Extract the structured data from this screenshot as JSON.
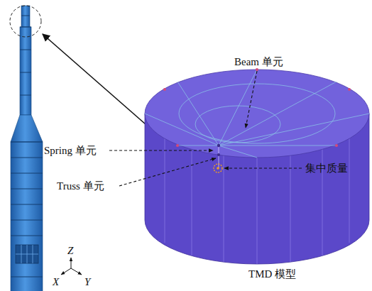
{
  "diagram": {
    "labels": [
      "Beam 单元",
      "Spring 单元",
      "Truss 单元",
      "集中质量",
      "TMD 模型",
      "Z",
      "X",
      "Y"
    ]
  }
}
